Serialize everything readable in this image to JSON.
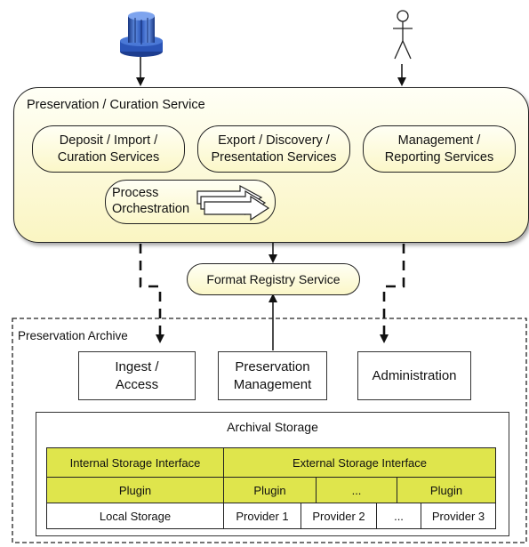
{
  "service": {
    "title": "Preservation / Curation Service",
    "deposit": "Deposit / Import /\nCuration Services",
    "export": "Export  / Discovery /\nPresentation Services",
    "management": "Management /\nReporting Services",
    "process": "Process\nOrchestration"
  },
  "format_registry": "Format Registry Service",
  "archive": {
    "title": "Preservation Archive",
    "ingest": "Ingest /\nAccess",
    "preservation_management": "Preservation\nManagement",
    "administration": "Administration"
  },
  "storage": {
    "title": "Archival Storage",
    "internal_interface": "Internal Storage Interface",
    "external_interface": "External Storage Interface",
    "plugin": "Plugin",
    "plugins": [
      "Plugin",
      "...",
      "Plugin"
    ],
    "local": "Local Storage",
    "providers": [
      "Provider 1",
      "Provider 2",
      "...",
      "Provider 3"
    ]
  },
  "colors": {
    "service_fill": "#fbf7c8",
    "storage_yellow": "#dfe54c",
    "database_blue": "#2b55b8"
  },
  "icons": [
    "database-icon",
    "user-icon"
  ]
}
